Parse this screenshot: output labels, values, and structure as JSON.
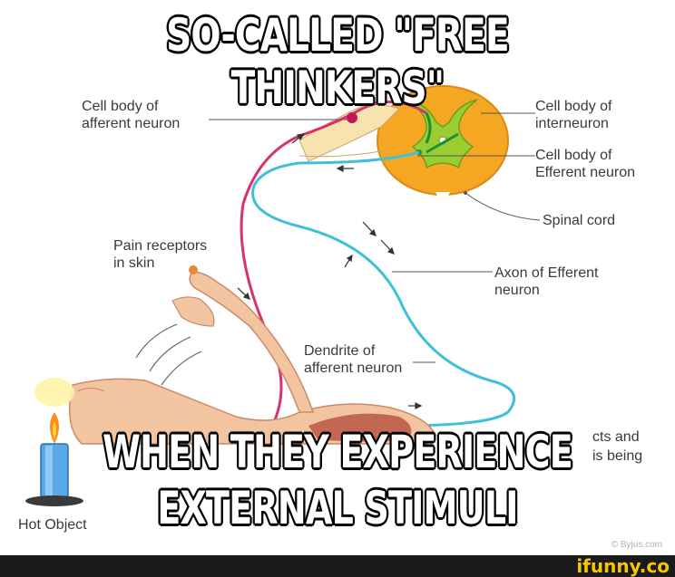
{
  "meme": {
    "top_caption": "SO-CALLED \"FREE THINKERS\"",
    "bottom_caption_line1": "WHEN THEY EXPERIENCE",
    "bottom_caption_line2": "EXTERNAL STIMULI"
  },
  "diagram": {
    "labels": {
      "cell_body_afferent": "Cell body of\nafferent neuron",
      "cell_body_interneuron": "Cell body of\ninterneuron",
      "cell_body_efferent": "Cell body of\nEfferent neuron",
      "spinal_cord": "Spinal cord",
      "pain_receptors": "Pain receptors\nin skin",
      "axon_efferent": "Axon of Efferent\nneuron",
      "dendrite_afferent": "Dendrite of\nafferent neuron",
      "partial_right_line1": "cts and",
      "partial_right_line2": "is being",
      "hot_object": "Hot Object"
    },
    "credit": "© Byjus.com"
  },
  "watermark": {
    "brand": "ifunny.co",
    "brand_color": "#f7c600",
    "footer_color": "#1b1b1b"
  },
  "colors": {
    "afferent_nerve": "#d6336c",
    "efferent_nerve": "#3fc0d8",
    "spinal_gray": "#9acd32",
    "spinal_white": "#f5a623",
    "skin": "#f2c4a0"
  }
}
